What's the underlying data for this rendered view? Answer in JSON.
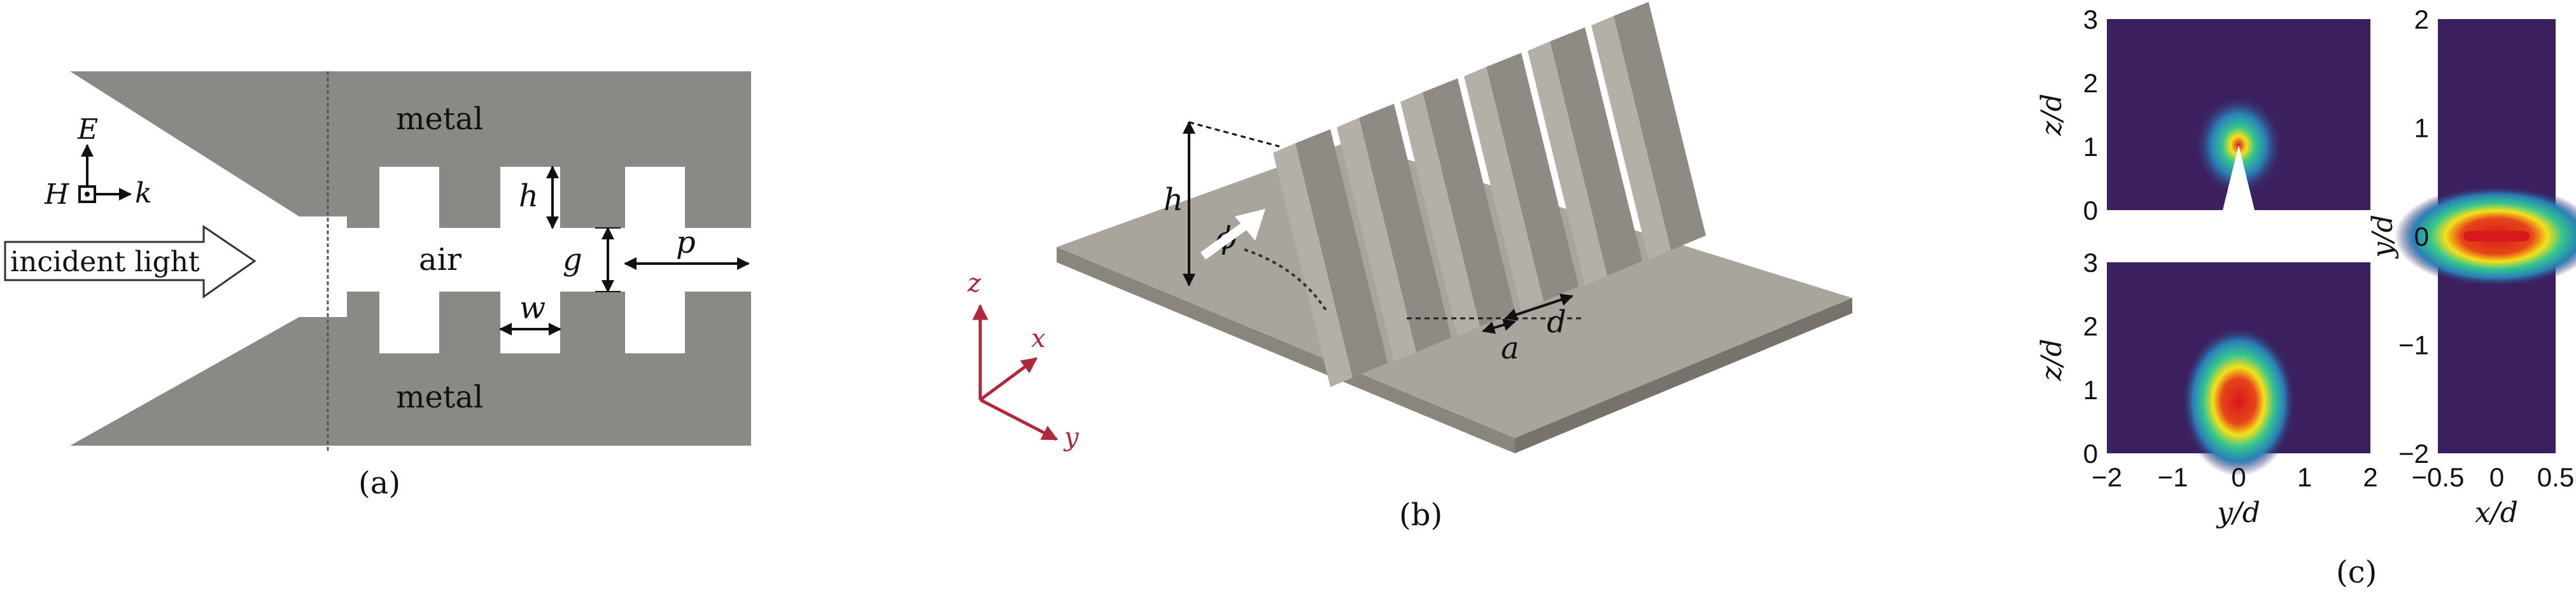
{
  "colors": {
    "metal": "#8b8985",
    "air": "#ffffff",
    "plate_top": "#a9a59d",
    "plate_side": "#8a867e",
    "rib_front": "#b4b0a8",
    "rib_top": "#d0ccc5",
    "rib_side": "#8f8b84",
    "axis_red": "#b0283c",
    "plot_bg": "#3b1f5e",
    "dim_line": "#111111"
  },
  "panel_a": {
    "caption": "(a)",
    "metal_top_label": "metal",
    "metal_bottom_label": "metal",
    "air_label": "air",
    "incident_light_label": "incident light",
    "field_E": "E",
    "field_H": "H",
    "field_k": "k",
    "dim_h": "h",
    "dim_g": "g",
    "dim_w": "w",
    "dim_p": "p"
  },
  "panel_b": {
    "caption": "(b)",
    "dim_h": "h",
    "angle_phi": "ϕ",
    "dim_a": "a",
    "dim_d": "d",
    "axis_x": "x",
    "axis_y": "y",
    "axis_z": "z"
  },
  "panel_c": {
    "caption": "(c)",
    "plots": [
      {
        "name": "top-left",
        "xlabel": "",
        "ylabel": "z/d",
        "x_ticks": [],
        "y_ticks": [
          "0",
          "1",
          "2",
          "3"
        ],
        "ylim": [
          0,
          3
        ],
        "hotspot": {
          "x": 0,
          "z": 1
        }
      },
      {
        "name": "bottom-left",
        "xlabel": "y/d",
        "ylabel": "z/d",
        "x_ticks": [
          "−2",
          "−1",
          "0",
          "1",
          "2"
        ],
        "y_ticks": [
          "0",
          "1",
          "2",
          "3"
        ],
        "xlim": [
          -2,
          2
        ],
        "ylim": [
          0,
          3
        ],
        "hotspot": {
          "x": 0,
          "z": 0.8
        }
      },
      {
        "name": "right",
        "xlabel": "x/d",
        "ylabel": "y/d",
        "x_ticks": [
          "−0.5",
          "0",
          "0.5"
        ],
        "y_ticks": [
          "−2",
          "−1",
          "0",
          "1",
          "2"
        ],
        "xlim": [
          -0.5,
          0.5
        ],
        "ylim": [
          -2,
          2
        ],
        "hotspot": {
          "x": 0,
          "y": 0
        }
      }
    ]
  }
}
